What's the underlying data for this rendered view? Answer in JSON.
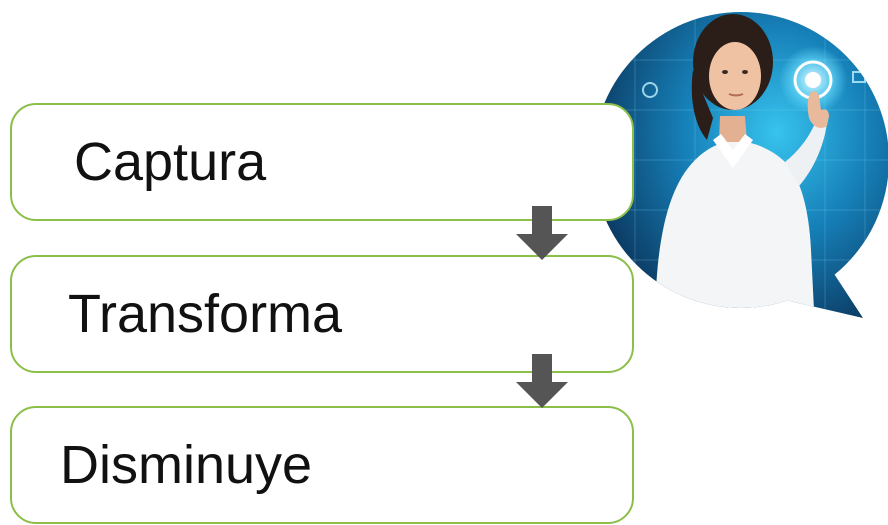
{
  "diagram": {
    "steps": [
      {
        "label": "Captura"
      },
      {
        "label": "Transforma"
      },
      {
        "label": "Disminuye"
      }
    ]
  },
  "colors": {
    "box_border": "#8cbf4a",
    "arrow": "#555555",
    "photo_bg_dark": "#0a2f55",
    "photo_bg_light": "#1ea4d8"
  },
  "icons": {
    "photo": "woman-touching-digital-interface-image",
    "arrow": "down-arrow-icon"
  }
}
